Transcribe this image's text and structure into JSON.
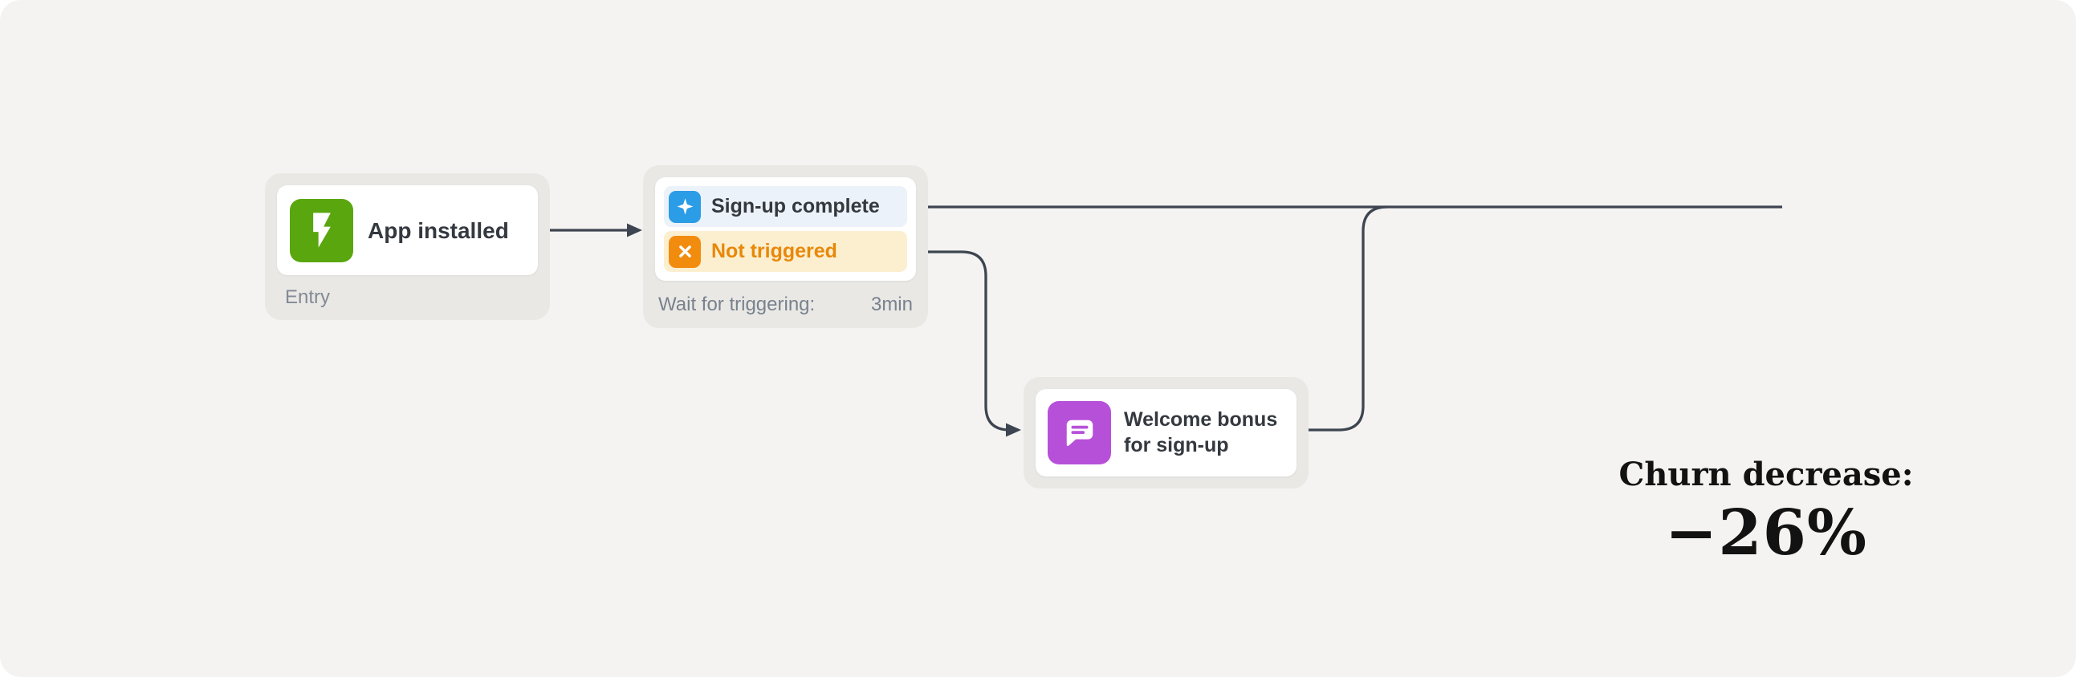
{
  "nodes": {
    "entry": {
      "label": "App installed",
      "sublabel": "Entry",
      "icon": "lightning-icon"
    },
    "wait": {
      "branches": [
        {
          "label": "Sign-up complete",
          "icon": "sparkle-trigger-icon"
        },
        {
          "label": "Not triggered",
          "icon": "x-icon"
        }
      ],
      "footer_label": "Wait for triggering:",
      "footer_value": "3min"
    },
    "message": {
      "label": "Welcome bonus for sign-up",
      "icon": "chat-message-icon"
    }
  },
  "stat": {
    "label": "Churn decrease:",
    "value": "−26%"
  },
  "colors": {
    "canvas_bg": "#f4f3f1",
    "group_bg": "#e9e8e5",
    "card_bg": "#ffffff",
    "connector": "#3d4551",
    "entry_icon_green": "#5aa60e",
    "trigger_icon_blue": "#2b9ce6",
    "trigger_row_blue_bg": "#ecf2f9",
    "not_triggered_icon_orange": "#f28c0e",
    "not_triggered_row_bg": "#fcefd0",
    "not_triggered_text": "#e8880a",
    "message_icon_purple": "#b750d9",
    "label_dark": "#34383f",
    "muted_text": "#828a94",
    "stat_text": "#121212"
  }
}
